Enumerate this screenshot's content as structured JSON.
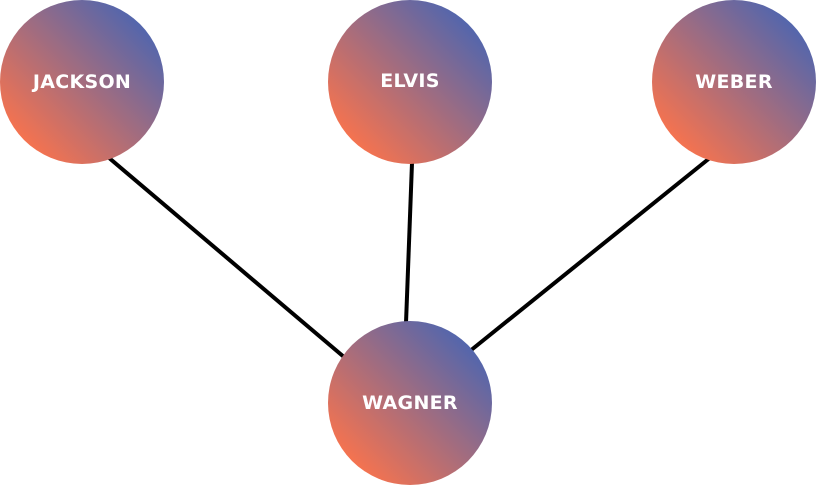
{
  "diagram": {
    "colors": {
      "gradient_start": "#f47350",
      "gradient_end": "#5466ac",
      "edge": "#000000",
      "label": "#ffffff"
    },
    "nodes": {
      "jackson": {
        "label": "JACKSON"
      },
      "elvis": {
        "label": "ELVIS"
      },
      "weber": {
        "label": "WEBER"
      },
      "wagner": {
        "label": "WAGNER"
      }
    },
    "edges": [
      {
        "from": "JACKSON",
        "to": "WAGNER"
      },
      {
        "from": "ELVIS",
        "to": "WAGNER"
      },
      {
        "from": "WEBER",
        "to": "WAGNER"
      }
    ]
  }
}
